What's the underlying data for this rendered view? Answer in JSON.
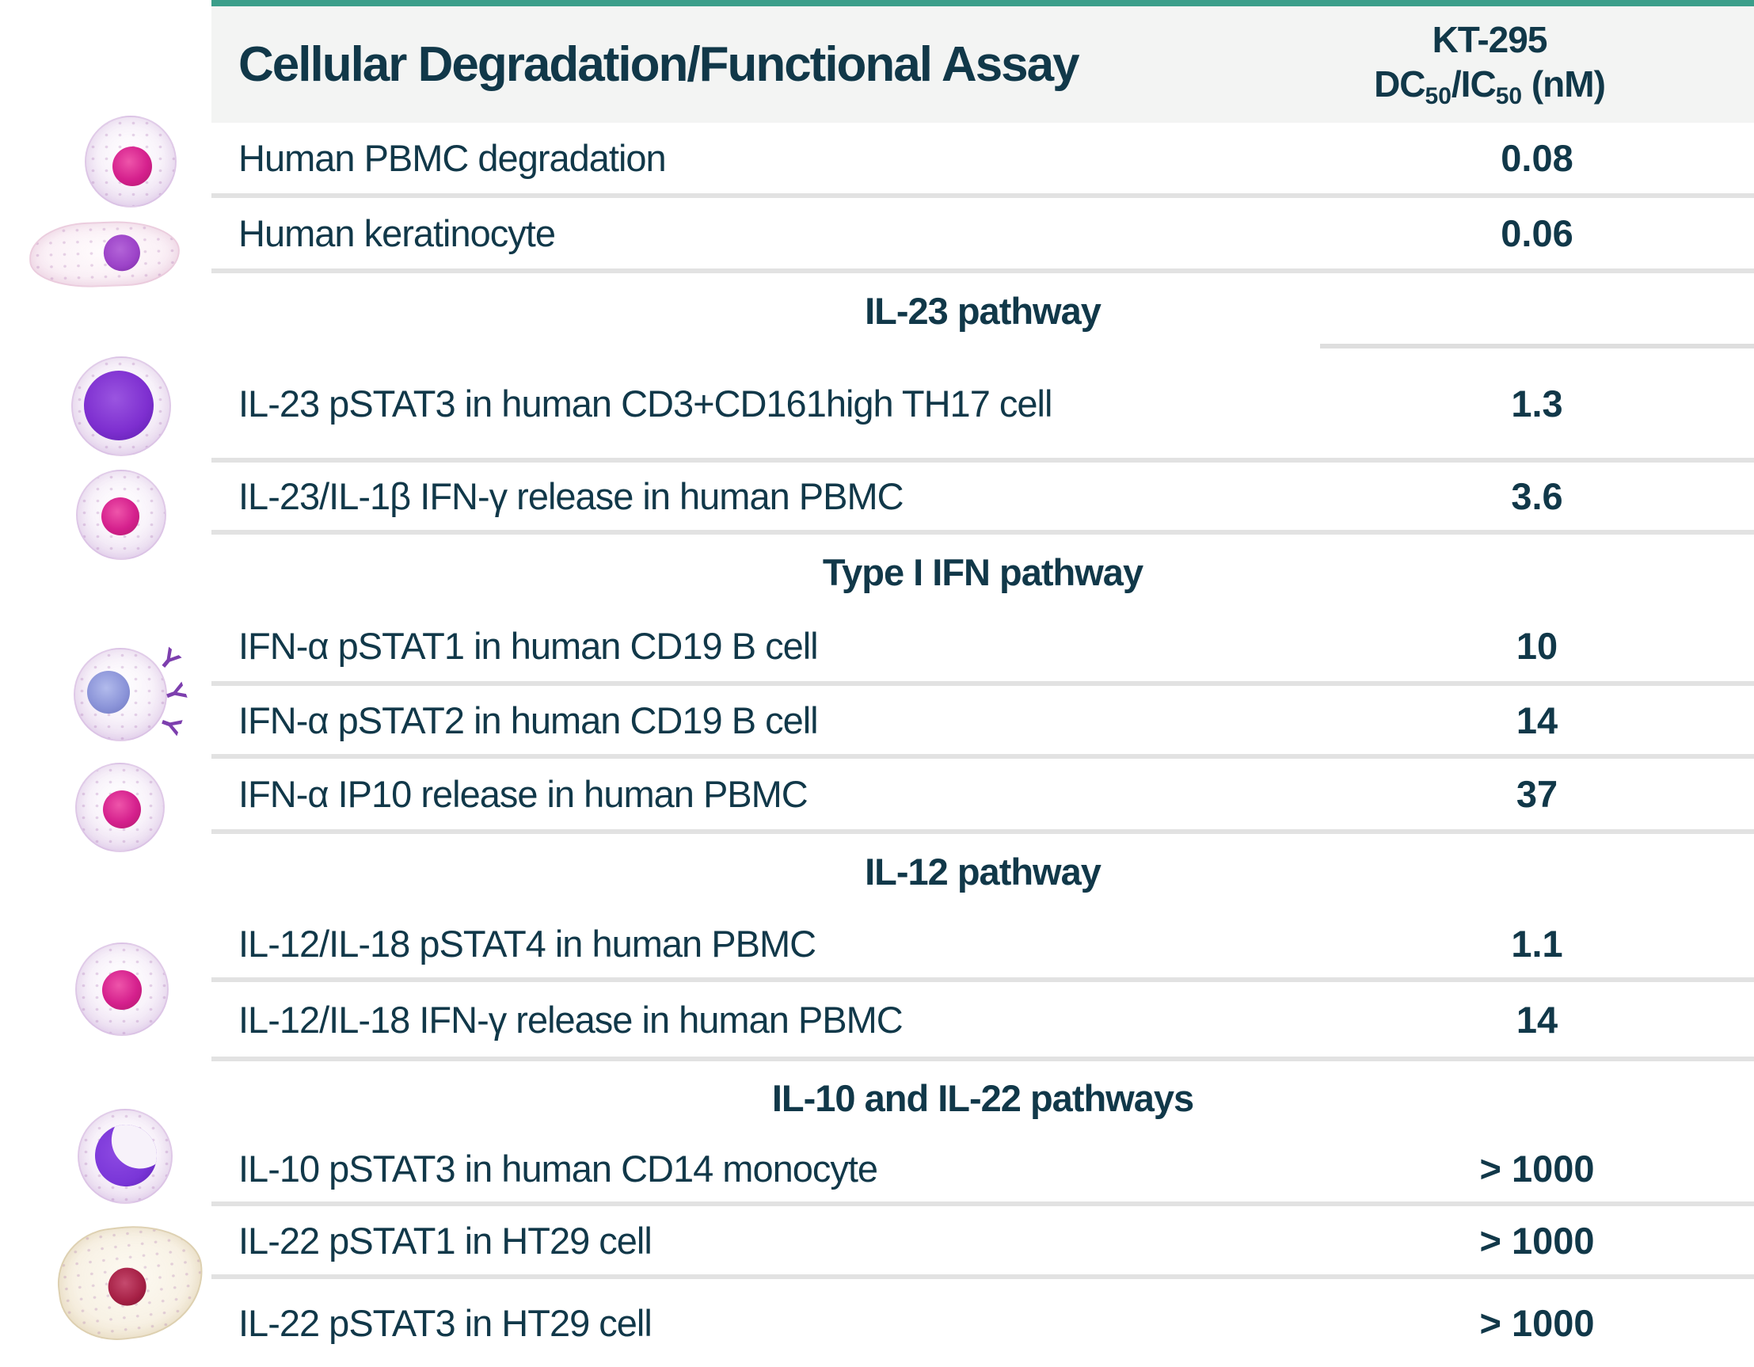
{
  "colors": {
    "accent": "#3b9e8a",
    "ink": "#113849",
    "header-bg": "#f3f4f3",
    "divider": "#e2e2e2",
    "subline": "#dedede"
  },
  "header": {
    "title": "Cellular Degradation/Functional Assay",
    "compound": "KT-295",
    "metric_dc": "DC",
    "metric_dc_sub": "50",
    "metric_ic": "/IC",
    "metric_ic_sub": "50",
    "metric_unit": " (nM)"
  },
  "rows": [
    {
      "type": "data",
      "label": "Human PBMC degradation",
      "value": "0.08"
    },
    {
      "type": "data",
      "label": "Human keratinocyte",
      "value": "0.06"
    },
    {
      "type": "section",
      "label": "IL-23 pathway"
    },
    {
      "type": "data",
      "label": "IL-23 pSTAT3 in human CD3+CD161high TH17 cell",
      "value": "1.3"
    },
    {
      "type": "data",
      "label": "IL-23/IL-1β IFN-γ release in human PBMC",
      "value": "3.6"
    },
    {
      "type": "section",
      "label": "Type I IFN pathway"
    },
    {
      "type": "data",
      "label": "IFN-α pSTAT1 in human CD19 B cell",
      "value": "10"
    },
    {
      "type": "data",
      "label": "IFN-α pSTAT2 in human CD19 B cell",
      "value": "14"
    },
    {
      "type": "data",
      "label": "IFN-α IP10 release in human PBMC",
      "value": "37"
    },
    {
      "type": "section",
      "label": "IL-12 pathway"
    },
    {
      "type": "data",
      "label": "IL-12/IL-18 pSTAT4 in human PBMC",
      "value": "1.1"
    },
    {
      "type": "data",
      "label": "IL-12/IL-18 IFN-γ release in human PBMC",
      "value": "14"
    },
    {
      "type": "section",
      "label": "IL-10 and IL-22 pathways"
    },
    {
      "type": "data",
      "label": "IL-10 pSTAT3 in human CD14 monocyte",
      "value": "> 1000"
    },
    {
      "type": "data",
      "label": "IL-22 pSTAT1 in HT29 cell",
      "value": "> 1000"
    },
    {
      "type": "data",
      "label": "IL-22 pSTAT3 in HT29 cell",
      "value": "> 1000"
    }
  ],
  "icons": {
    "cells": [
      "pbmc-cell",
      "keratinocyte-cell",
      "th17-cell",
      "pbmc-cell",
      "b-cell",
      "pbmc-cell",
      "pbmc-cell",
      "monocyte-cell",
      "ht29-cell"
    ],
    "antibody_glyph": "Y"
  }
}
